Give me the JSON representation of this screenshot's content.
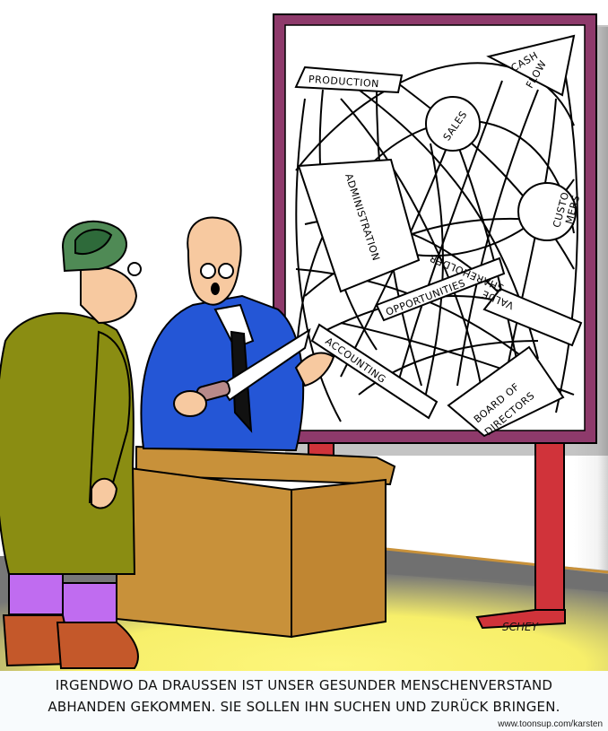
{
  "cartoon": {
    "board_labels": {
      "production": "PRODUCTION",
      "cash_flow_line1": "CASH",
      "cash_flow_line2": "FLOW",
      "sales": "SALES",
      "administration": "ADMINISTRATION",
      "customers_line1": "CUSTO-",
      "customers_line2": "MERS",
      "opportunities": "OPPORTUNITIES",
      "shareholder_line1": "SHAREHOLDER",
      "shareholder_line2": "VALUE",
      "accounting": "ACCOUNTING",
      "board_line1": "BOARD OF",
      "board_line2": "DIRECTORS"
    },
    "signature": "SCHEY",
    "caption": {
      "line1": "IRGENDWO DA DRAUSSEN IST UNSER GESUNDER MENSCHENVERSTAND",
      "line2": "ABHANDEN GEKOMMEN. SIE SOLLEN IHN SUCHEN UND ZURÜCK BRINGEN."
    },
    "url": "www.toonsup.com/karsten",
    "colors": {
      "board_frame": "#8e3a6b",
      "board_stand": "#d0333a",
      "floor_light": "#fcf57a",
      "wall_shadow": "#6d6d6d",
      "desk": "#c8913a",
      "suit": "#2456d6",
      "khaki": "#8a8d12",
      "hat": "#4f8a55",
      "socks": "#c06cf0",
      "boots": "#c4582a",
      "skin": "#f7c9a0"
    }
  }
}
